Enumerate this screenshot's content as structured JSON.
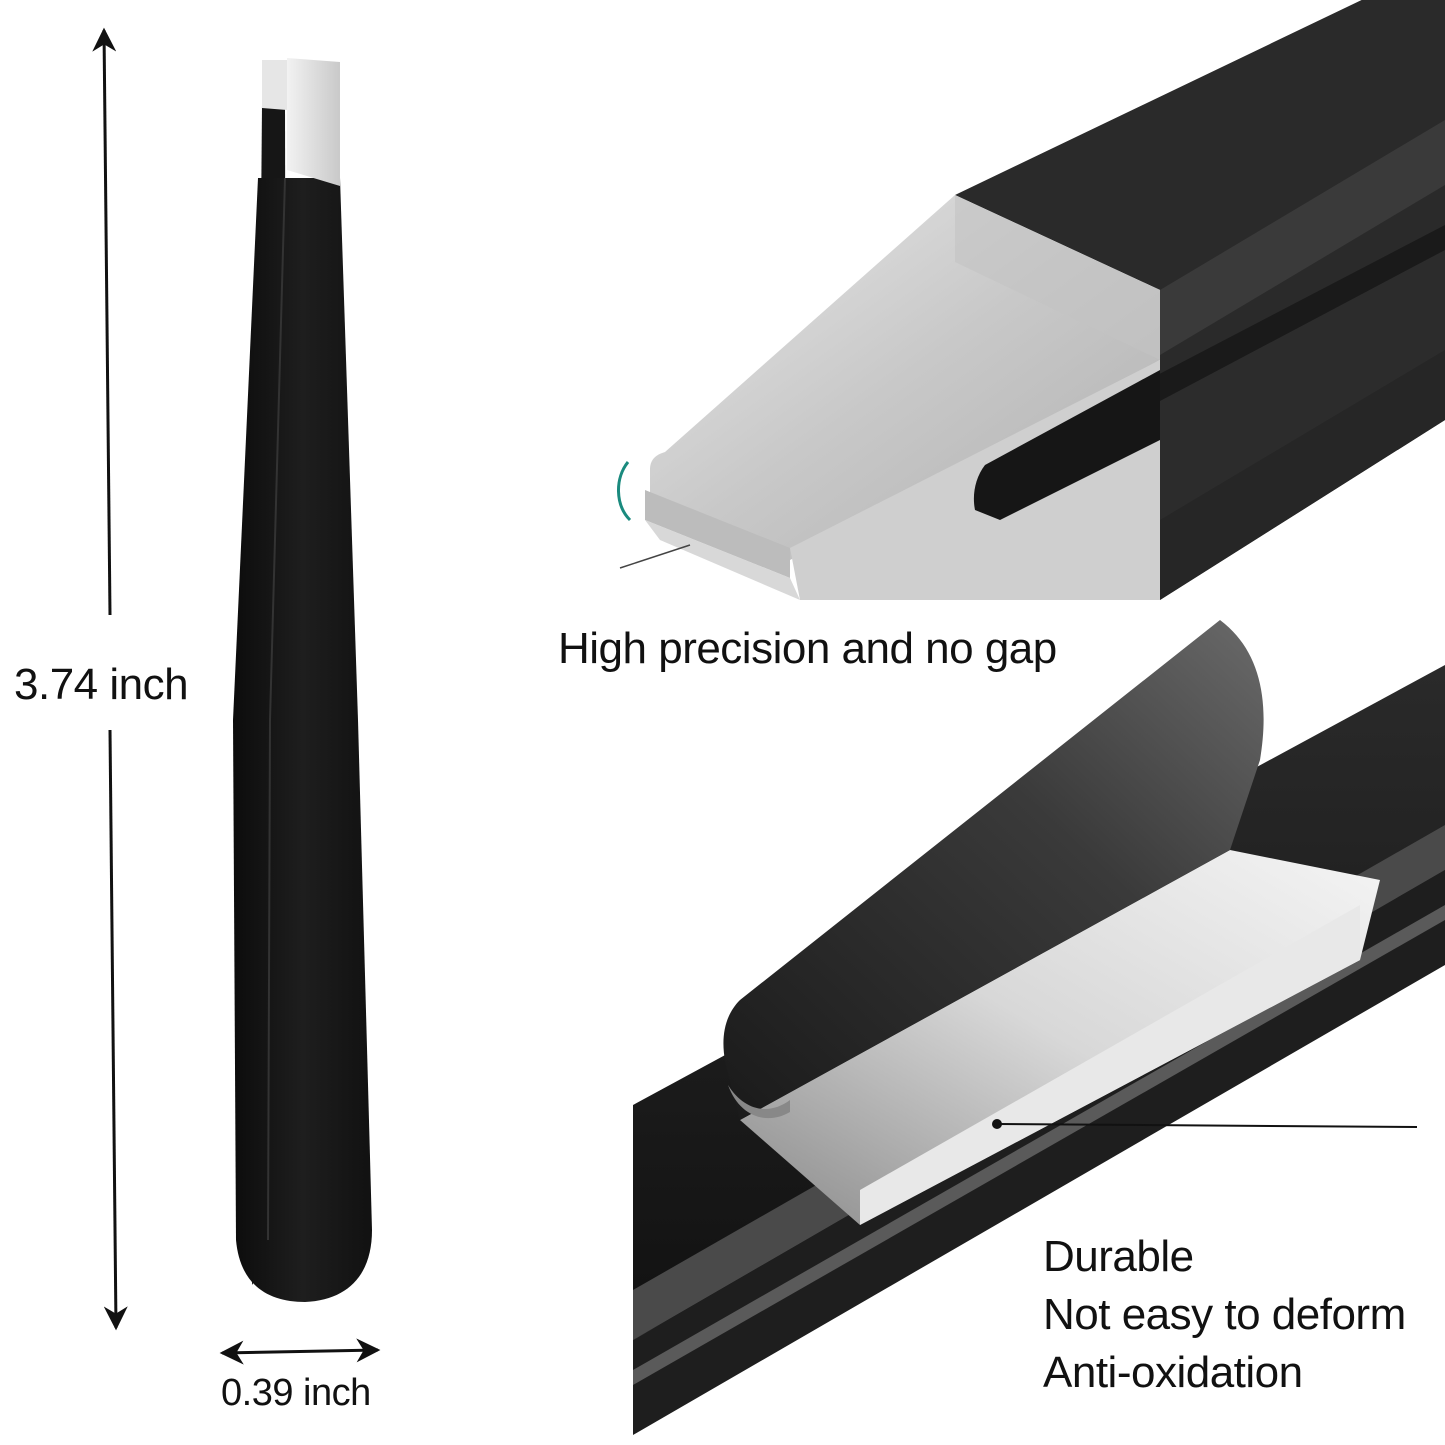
{
  "product": {
    "name": "slant tweezers",
    "colors": {
      "body": "#1a1a1a",
      "tip": "#d6d6d6",
      "background": "#ffffff",
      "accent_arc": "#1a8a7e"
    }
  },
  "dimensions": {
    "length_label": "3.74 inch",
    "width_label": "0.39 inch"
  },
  "callouts": {
    "precision": "High precision and no gap",
    "features": [
      "Durable",
      "Not easy to deform",
      "Anti-oxidation"
    ]
  }
}
